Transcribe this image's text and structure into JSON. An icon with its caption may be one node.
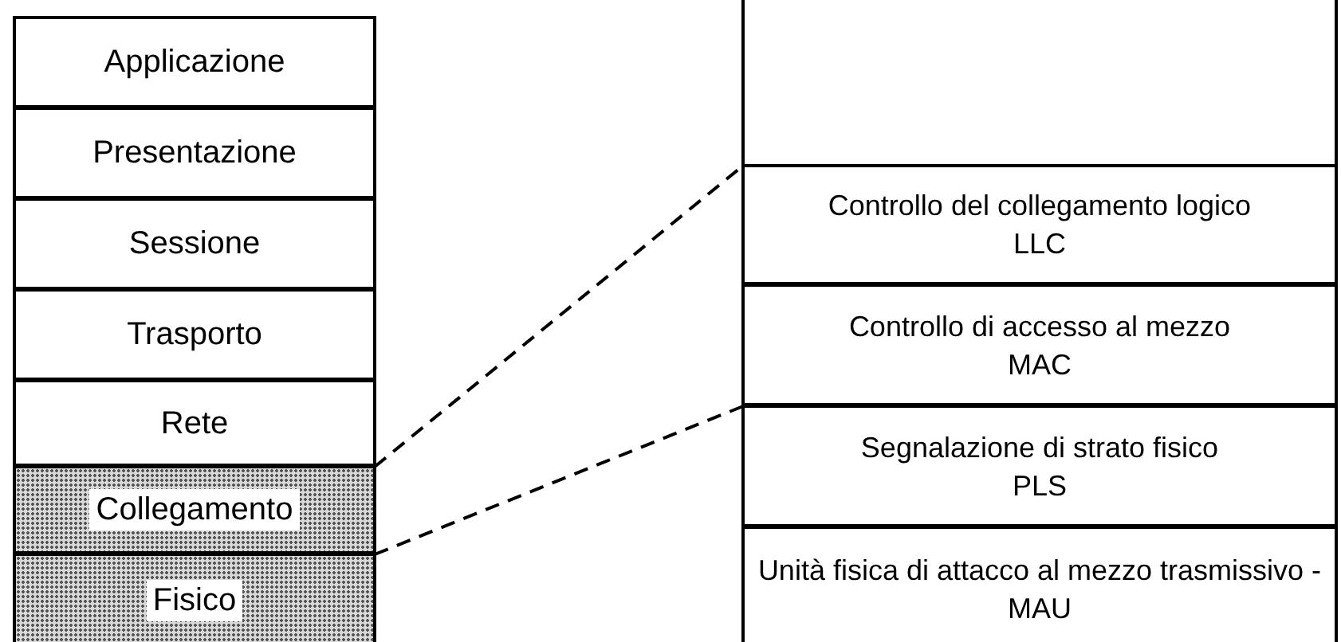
{
  "diagram": {
    "nodes": [
      {
        "text": [
          "Applicazione"
        ]
      },
      {
        "text": [
          "Presentazione"
        ]
      },
      {
        "text": [
          "Sessione"
        ]
      },
      {
        "text": [
          "Trasporto"
        ]
      },
      {
        "text": [
          "Rete"
        ]
      },
      {
        "text": [
          "Collegamento"
        ]
      },
      {
        "text": [
          "Fisico"
        ]
      },
      {
        "text": [
          "Controllo del collegamento logico",
          "LLC"
        ]
      },
      {
        "text": [
          "Controllo di accesso al mezzo",
          "MAC"
        ]
      },
      {
        "text": [
          "Segnalazione di strato fisico",
          "PLS"
        ]
      },
      {
        "text": [
          "Unità fisica di attacco al mezzo trasmissivo - MAU"
        ]
      }
    ],
    "edges": [
      {
        "from": 5,
        "to": 7,
        "arrow": "none",
        "style": "dashed"
      },
      {
        "from": 6,
        "to": 9,
        "arrow": "none",
        "style": "dashed"
      }
    ]
  }
}
